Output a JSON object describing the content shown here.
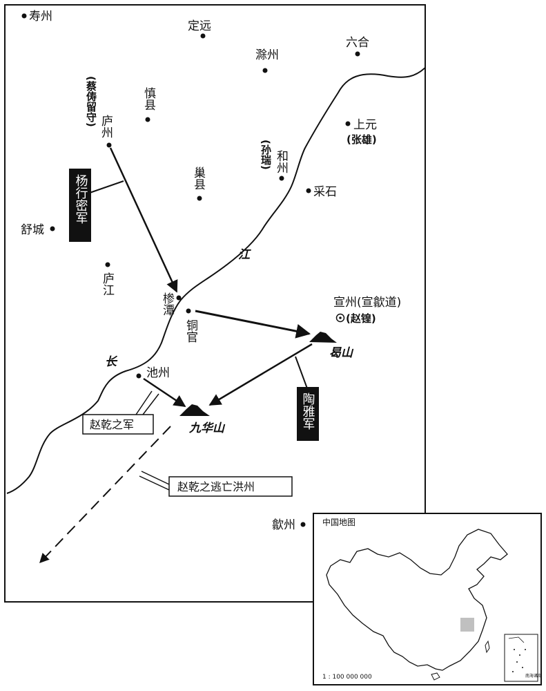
{
  "places": {
    "shouzhou": "寿州",
    "dingyuan": "定远",
    "chuzhou": "滁州",
    "liuhe": "六合",
    "luzhou": "庐州",
    "luzhou_note": "(蔡俦留守)",
    "shenxian": "慎县",
    "shangyuan": "上元",
    "shangyuan_note": "(张雄)",
    "hezhou": "和州",
    "hezhou_note": "(孙瑞)",
    "chaoxian": "巢县",
    "caishi": "采石",
    "shucheng": "舒城",
    "lujiang": "庐江",
    "santan": "椮潭",
    "tongguan": "铜官",
    "xuanzhou": "宣州(宣歙道)",
    "xuanzhou_note": "(赵锽)",
    "chizhou": "池州",
    "shezhou": "歙州"
  },
  "mountains": {
    "geshan": "曷山",
    "jiuhuashan": "九华山"
  },
  "river": {
    "chang": "长",
    "jiang": "江"
  },
  "armies": {
    "yang": "杨行密军",
    "tao": "陶雅军",
    "zhao": "赵乾之军",
    "zhao_flee": "赵乾之逃亡洪州"
  },
  "inset": {
    "title": "中国地图",
    "scale": "1 : 100 000 000",
    "corner_label": "南海诸岛"
  },
  "colors": {
    "ink": "#111111",
    "highlight": "#c0c0c0",
    "paper": "#ffffff"
  }
}
